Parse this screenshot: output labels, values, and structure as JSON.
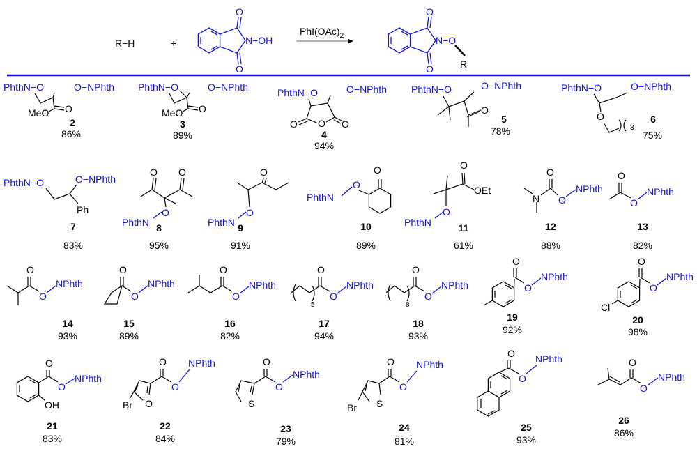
{
  "scheme": {
    "reactant": "R−H",
    "plus": "+",
    "nhpi_o_top": "O",
    "nhpi_o_bottom": "O",
    "nhpi_n_oh": "N−OH",
    "reagent": "PhI(OAc)",
    "reagent_sub": "2",
    "product_o_top": "O",
    "product_o_bottom": "O",
    "product_n_o": "N−O",
    "product_r": "R"
  },
  "colors": {
    "accent": "#1010e8",
    "text": "#000000"
  },
  "compounds": [
    {
      "id": "2",
      "yield": "86%",
      "labels": [
        "PhthN−O",
        "O−NPhth",
        "O",
        "MeO"
      ]
    },
    {
      "id": "3",
      "yield": "89%",
      "labels": [
        "PhthN−O",
        "O−NPhth",
        "O",
        "MeO"
      ]
    },
    {
      "id": "4",
      "yield": "94%",
      "labels": [
        "PhthN−O",
        "O−NPhth",
        "O",
        "O",
        "O"
      ]
    },
    {
      "id": "5",
      "yield": "78%",
      "labels": [
        "PhthN−O",
        "O−NPhth",
        "O"
      ]
    },
    {
      "id": "6",
      "yield": "75%",
      "labels": [
        "PhthN−O",
        "O−NPhth",
        "O",
        "3"
      ]
    },
    {
      "id": "7",
      "yield": "83%",
      "labels": [
        "PhthN−O",
        "O−NPhth",
        "Ph"
      ]
    },
    {
      "id": "8",
      "yield": "95%",
      "labels": [
        "O",
        "O",
        "O",
        "PhthN"
      ]
    },
    {
      "id": "9",
      "yield": "91%",
      "labels": [
        "O",
        "O",
        "PhthN"
      ]
    },
    {
      "id": "10",
      "yield": "89%",
      "labels": [
        "O",
        "O",
        "PhthN"
      ]
    },
    {
      "id": "11",
      "yield": "61%",
      "labels": [
        "O",
        "OEt",
        "O",
        "PhthN"
      ]
    },
    {
      "id": "12",
      "yield": "88%",
      "labels": [
        "O",
        "N",
        "O",
        "NPhth"
      ]
    },
    {
      "id": "13",
      "yield": "82%",
      "labels": [
        "O",
        "O",
        "NPhth"
      ]
    },
    {
      "id": "14",
      "yield": "93%",
      "labels": [
        "O",
        "O",
        "NPhth"
      ]
    },
    {
      "id": "15",
      "yield": "89%",
      "labels": [
        "O",
        "O",
        "NPhth"
      ]
    },
    {
      "id": "16",
      "yield": "82%",
      "labels": [
        "O",
        "O",
        "NPhth"
      ]
    },
    {
      "id": "17",
      "yield": "94%",
      "labels": [
        "O",
        "O",
        "NPhth",
        "5"
      ]
    },
    {
      "id": "18",
      "yield": "93%",
      "labels": [
        "O",
        "O",
        "NPhth",
        "8"
      ]
    },
    {
      "id": "19",
      "yield": "92%",
      "labels": [
        "O",
        "O",
        "NPhth"
      ]
    },
    {
      "id": "20",
      "yield": "98%",
      "labels": [
        "O",
        "O",
        "NPhth",
        "Cl"
      ]
    },
    {
      "id": "21",
      "yield": "83%",
      "labels": [
        "O",
        "O",
        "NPhth",
        "OH"
      ]
    },
    {
      "id": "22",
      "yield": "84%",
      "labels": [
        "O",
        "O",
        "NPhth",
        "O",
        "Br"
      ]
    },
    {
      "id": "23",
      "yield": "79%",
      "labels": [
        "O",
        "O",
        "NPhth",
        "S"
      ]
    },
    {
      "id": "24",
      "yield": "81%",
      "labels": [
        "O",
        "O",
        "NPhth",
        "S",
        "Br"
      ]
    },
    {
      "id": "25",
      "yield": "93%",
      "labels": [
        "O",
        "O",
        "NPhth"
      ]
    },
    {
      "id": "26",
      "yield": "86%",
      "labels": [
        "O",
        "O",
        "NPhth"
      ]
    }
  ]
}
